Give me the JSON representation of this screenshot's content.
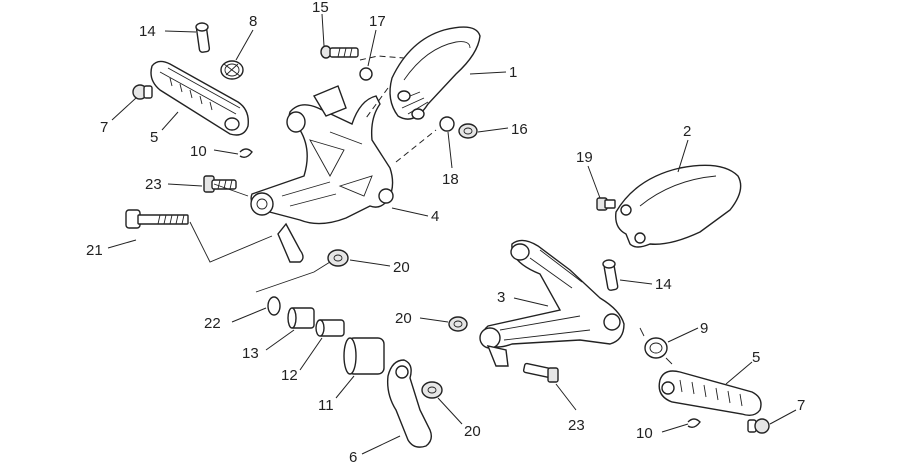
{
  "callouts": [
    {
      "id": "c14a",
      "text": "14"
    },
    {
      "id": "c8",
      "text": "8"
    },
    {
      "id": "c15",
      "text": "15"
    },
    {
      "id": "c17",
      "text": "17"
    },
    {
      "id": "c1",
      "text": "1"
    },
    {
      "id": "c7a",
      "text": "7"
    },
    {
      "id": "c5a",
      "text": "5"
    },
    {
      "id": "c10a",
      "text": "10"
    },
    {
      "id": "c16",
      "text": "16"
    },
    {
      "id": "c18",
      "text": "18"
    },
    {
      "id": "c2",
      "text": "2"
    },
    {
      "id": "c19",
      "text": "19"
    },
    {
      "id": "c23a",
      "text": "23"
    },
    {
      "id": "c4",
      "text": "4"
    },
    {
      "id": "c21",
      "text": "21"
    },
    {
      "id": "c20a",
      "text": "20"
    },
    {
      "id": "c14b",
      "text": "14"
    },
    {
      "id": "c3",
      "text": "3"
    },
    {
      "id": "c20b",
      "text": "20"
    },
    {
      "id": "c22",
      "text": "22"
    },
    {
      "id": "c9",
      "text": "9"
    },
    {
      "id": "c13",
      "text": "13"
    },
    {
      "id": "c5b",
      "text": "5"
    },
    {
      "id": "c12",
      "text": "12"
    },
    {
      "id": "c11",
      "text": "11"
    },
    {
      "id": "c20c",
      "text": "20"
    },
    {
      "id": "c23b",
      "text": "23"
    },
    {
      "id": "c7b",
      "text": "7"
    },
    {
      "id": "c10b",
      "text": "10"
    },
    {
      "id": "c6",
      "text": "6"
    }
  ]
}
